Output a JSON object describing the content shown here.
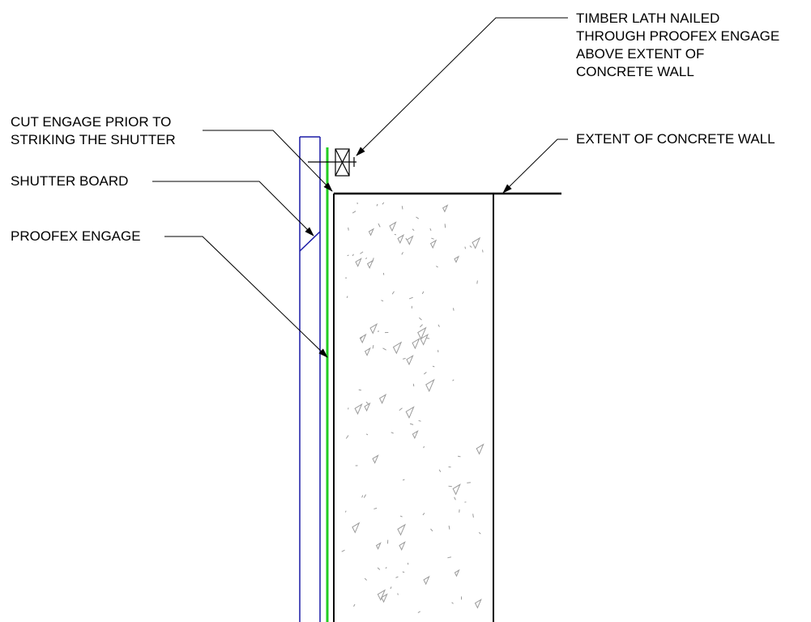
{
  "labels": {
    "timber_lath": [
      "TIMBER LATH NAILED",
      "THROUGH PROOFEX ENGAGE",
      "ABOVE EXTENT OF",
      "CONCRETE WALL"
    ],
    "cut_engage": [
      "CUT ENGAGE PRIOR TO",
      "STRIKING THE SHUTTER"
    ],
    "shutter_board": "SHUTTER BOARD",
    "proofex_engage": "PROOFEX ENGAGE",
    "extent_wall": "EXTENT OF CONCRETE WALL"
  },
  "colors": {
    "line": "#000000",
    "shutter": "#1a1aa6",
    "membrane": "#22cc22",
    "hatch": "#9a9a9a"
  }
}
